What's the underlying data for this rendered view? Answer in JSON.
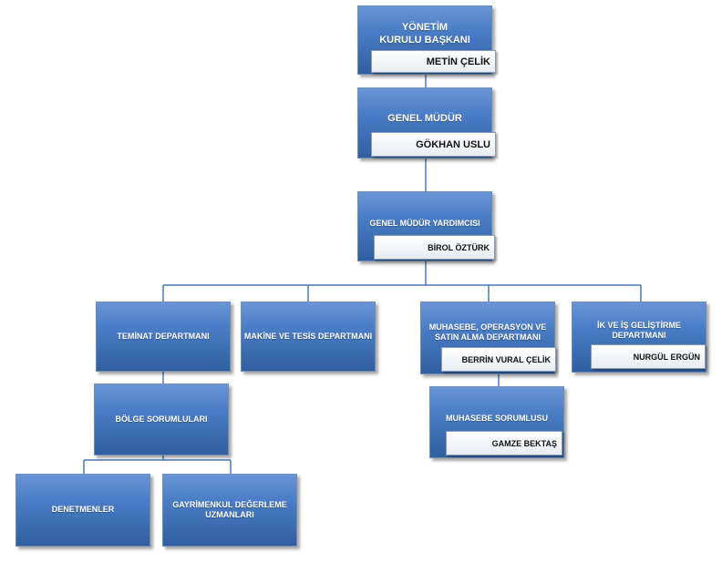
{
  "colors": {
    "box_fill_top": "#6a95d6",
    "box_fill_bottom": "#2f5f9f",
    "box_border": "#6f8db9",
    "connector": "#4a7ab7",
    "nameplate_fill": "#ffffff",
    "nameplate_text": "#111111",
    "title_text": "#ffffff"
  },
  "org_chart": {
    "chairman": {
      "title": "YÖNETİM\nKURULU BAŞKANI",
      "name": "METİN ÇELİK"
    },
    "general_manager": {
      "title": "GENEL MÜDÜR",
      "name": "GÖKHAN USLU"
    },
    "deputy_general_manager": {
      "title": "GENEL MÜDÜR YARDIMCISI",
      "name": "BİROL ÖZTÜRK"
    },
    "collateral_department": {
      "title": "TEMİNAT DEPARTMANI"
    },
    "machinery_department": {
      "title": "MAKİNE VE TESİS DEPARTMANI"
    },
    "accounting_department": {
      "title": "MUHASEBE, OPERASYON VE\nSATIN ALMA DEPARTMANI",
      "name": "BERRİN VURAL ÇELİK"
    },
    "hr_department": {
      "title": "İK VE İŞ GELİŞTİRME\nDEPARTMANI",
      "name": "NURGÜL ERGÜN"
    },
    "regional_managers": {
      "title": "BÖLGE SORUMLULARI"
    },
    "accounting_officer": {
      "title": "MUHASEBE SORUMLUSU",
      "name": "GAMZE BEKTAŞ"
    },
    "inspectors": {
      "title": "DENETMENLER"
    },
    "appraisers": {
      "title": "GAYRİMENKUL DEĞERLEME\nUZMANLARI"
    }
  }
}
